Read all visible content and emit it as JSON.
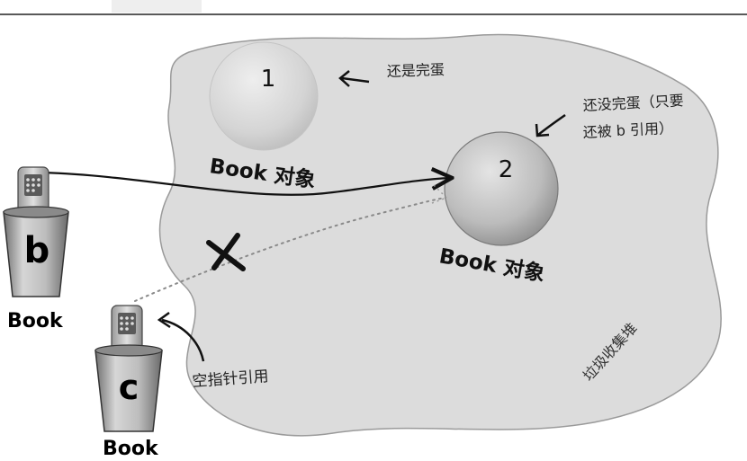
{
  "objects": [
    {
      "number": "1",
      "label": "Book 对象",
      "note": "还是完蛋"
    },
    {
      "number": "2",
      "label": "Book 对象",
      "note_line1": "还没完蛋（只要",
      "note_line2": "还被 b 引用）"
    }
  ],
  "references": [
    {
      "letter": "b",
      "type_label": "Book"
    },
    {
      "letter": "c",
      "type_label": "Book",
      "note": "空指针引用"
    }
  ],
  "heap_label": "垃圾收集堆",
  "colors": {
    "heap": "#dcdcdc",
    "heap_edge": "#9a9a9a",
    "ink": "#111111",
    "dotted": "#8a8a8a"
  }
}
